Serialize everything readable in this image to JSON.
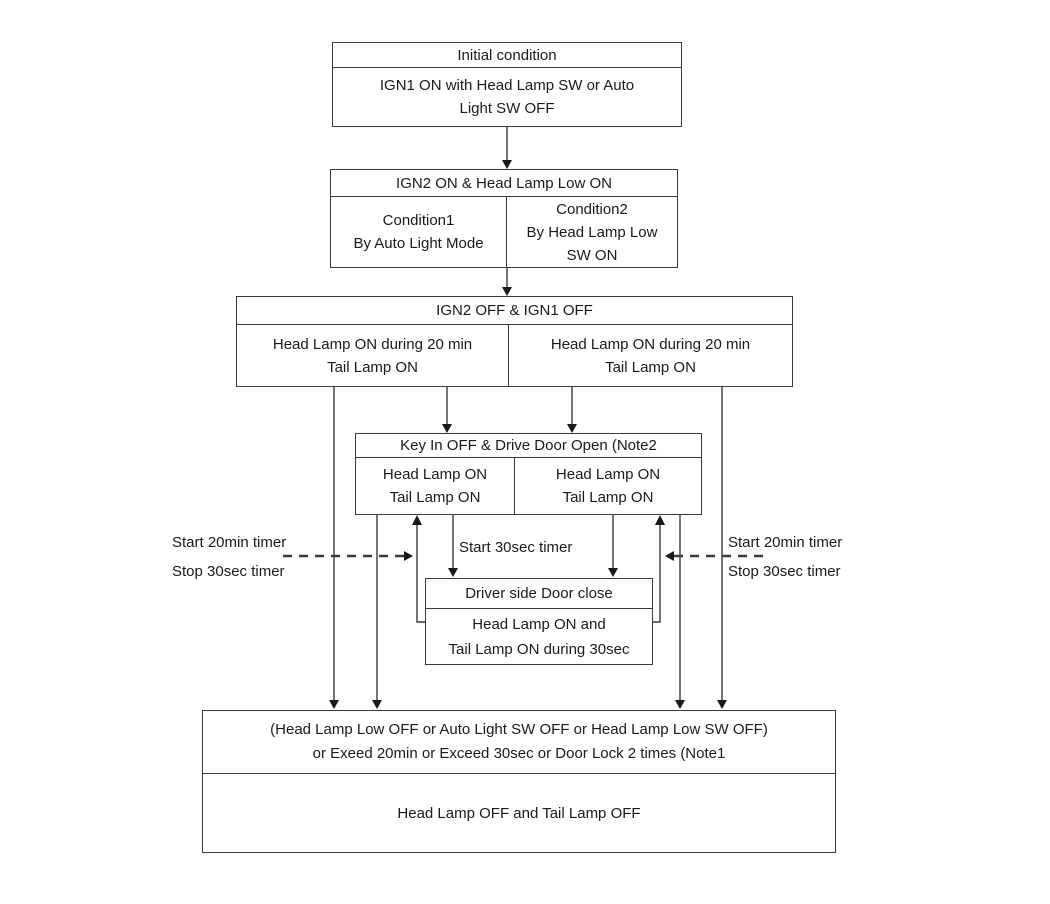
{
  "diagram": {
    "boxes": {
      "initial_condition": {
        "title": "Initial condition",
        "body_lines": [
          "IGN1 ON with Head Lamp SW or Auto",
          "Light SW OFF"
        ]
      },
      "ign2_on": {
        "title": "IGN2 ON & Head Lamp Low ON",
        "left_cell_lines": [
          "Condition1",
          "By Auto Light Mode"
        ],
        "right_cell_lines": [
          "Condition2",
          "By Head Lamp Low",
          "SW ON"
        ]
      },
      "ign2_off": {
        "title": "IGN2 OFF & IGN1 OFF",
        "left_cell_lines": [
          "Head Lamp ON during 20 min",
          "Tail Lamp ON"
        ],
        "right_cell_lines": [
          "Head Lamp ON during 20 min",
          "Tail Lamp ON"
        ]
      },
      "key_in_off": {
        "title": "Key In OFF & Drive Door Open (Note2",
        "left_cell_lines": [
          "Head Lamp ON",
          "Tail Lamp ON"
        ],
        "right_cell_lines": [
          "Head Lamp ON",
          "Tail Lamp ON"
        ]
      },
      "door_close": {
        "title": "Driver side Door close",
        "body_lines": [
          "Head Lamp ON and",
          "Tail Lamp ON during 30sec"
        ]
      },
      "lamp_off": {
        "title_lines": [
          "(Head Lamp Low OFF or Auto Light SW OFF or Head Lamp Low SW OFF)",
          "or Exeed 20min or Exceed 30sec or Door Lock 2 times (Note1"
        ],
        "body": "Head Lamp OFF and Tail Lamp OFF"
      }
    },
    "labels": {
      "left_timer_lines": [
        "Start 20min timer",
        "Stop 30sec timer"
      ],
      "right_timer_lines": [
        "Start 20min timer",
        "Stop 30sec timer"
      ],
      "start_30sec_timer": "Start 30sec timer"
    },
    "colors": {
      "line": "#3a3a3a",
      "text": "#1a1a1a",
      "background": "#ffffff"
    }
  }
}
